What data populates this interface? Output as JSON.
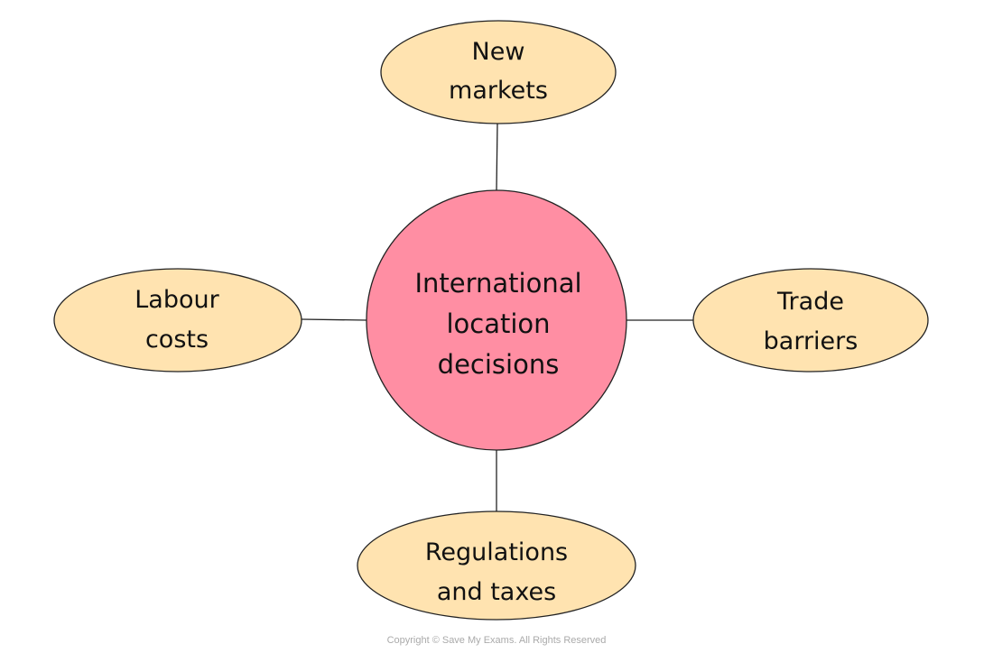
{
  "center": {
    "lines": [
      "International",
      "location",
      "decisions"
    ],
    "color": "#ff8ea3"
  },
  "nodes": {
    "top": {
      "lines": [
        "New",
        "markets"
      ]
    },
    "left": {
      "lines": [
        "Labour",
        "costs"
      ]
    },
    "right": {
      "lines": [
        "Trade",
        "barriers"
      ]
    },
    "bottom": {
      "lines": [
        "Regulations",
        "and taxes"
      ]
    }
  },
  "node_color": "#ffe3b0",
  "copyright": "Copyright © Save My Exams. All Rights Reserved"
}
